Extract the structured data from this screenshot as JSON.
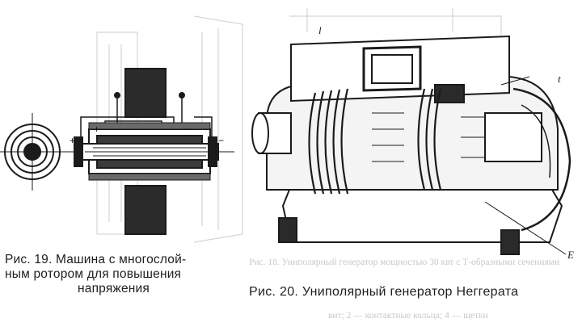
{
  "fig19": {
    "caption_lines": [
      "Рис. 19. Машина с многослой-",
      "ным ротором для повышения",
      "напряжения"
    ]
  },
  "fig20": {
    "caption": "Рис. 20. Униполярный генератор Неггерата",
    "labels": {
      "top_left": "l",
      "right": "t",
      "bottom_right": "E"
    }
  },
  "ghost_text": {
    "line1": "Рис. 18. Униполярный генератор мощностью 30 квт с Т-образными сечениями",
    "line2": "вит; 2 — контактные кольца; 4 — щетки"
  }
}
